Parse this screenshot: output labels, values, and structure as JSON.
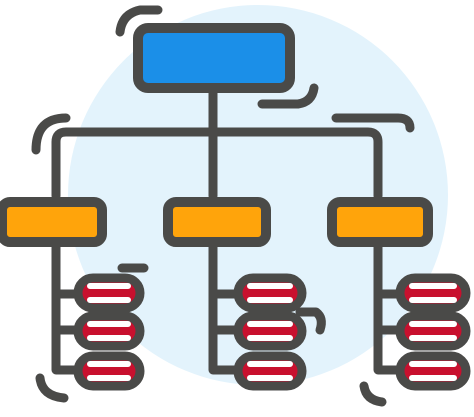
{
  "illustration": {
    "icon": "hierarchy-org-chart-icon",
    "colors": {
      "background_circle": "#E3F3FC",
      "outline": "#4A4A48",
      "top_node": "#1B8FE8",
      "middle_nodes": "#FFA40B",
      "leaf_nodes": "#C8102E",
      "canvas": "#FFFFFF"
    },
    "structure": {
      "root_count": 1,
      "branch_count": 3,
      "leaves_per_branch": 3
    }
  }
}
